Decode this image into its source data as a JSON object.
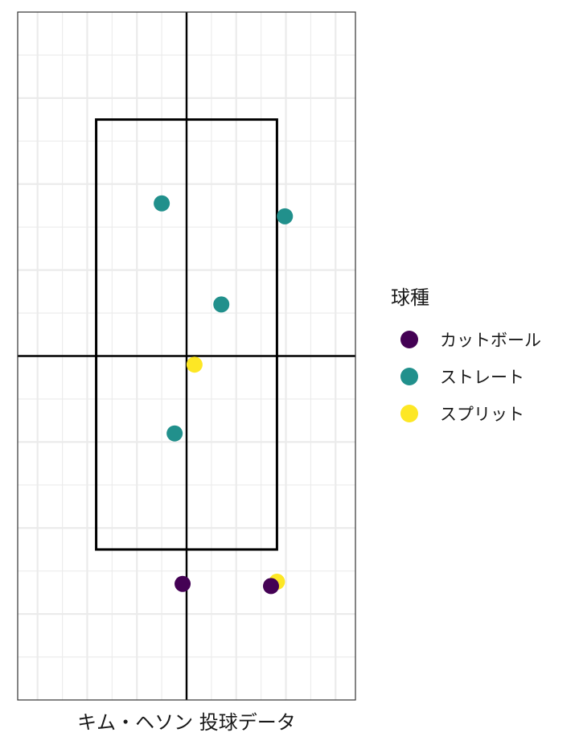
{
  "chart_data": {
    "type": "scatter",
    "title": "",
    "xlabel": "キム・ヘソン 投球データ",
    "ylabel": "",
    "grid": true,
    "legend_position": "right",
    "legend_title": "球種",
    "xlim": [
      -1.7,
      1.7
    ],
    "ylim": [
      0.8,
      4.0
    ],
    "strike_zone": {
      "x": [
        -0.91,
        0.91
      ],
      "y": [
        1.5,
        3.5
      ]
    },
    "reference_lines": {
      "x": 0,
      "y": 2.4
    },
    "series": [
      {
        "name": "カットボール",
        "color": "#440154",
        "points": [
          {
            "x": -0.04,
            "y": 1.34
          },
          {
            "x": 0.85,
            "y": 1.33
          }
        ]
      },
      {
        "name": "ストレート",
        "color": "#21908C",
        "points": [
          {
            "x": -0.25,
            "y": 3.11
          },
          {
            "x": 0.99,
            "y": 3.05
          },
          {
            "x": 0.35,
            "y": 2.64
          },
          {
            "x": -0.12,
            "y": 2.04
          }
        ]
      },
      {
        "name": "スプリット",
        "color": "#FDE725",
        "points": [
          {
            "x": 0.08,
            "y": 2.36
          },
          {
            "x": 0.91,
            "y": 1.35
          }
        ]
      }
    ]
  }
}
